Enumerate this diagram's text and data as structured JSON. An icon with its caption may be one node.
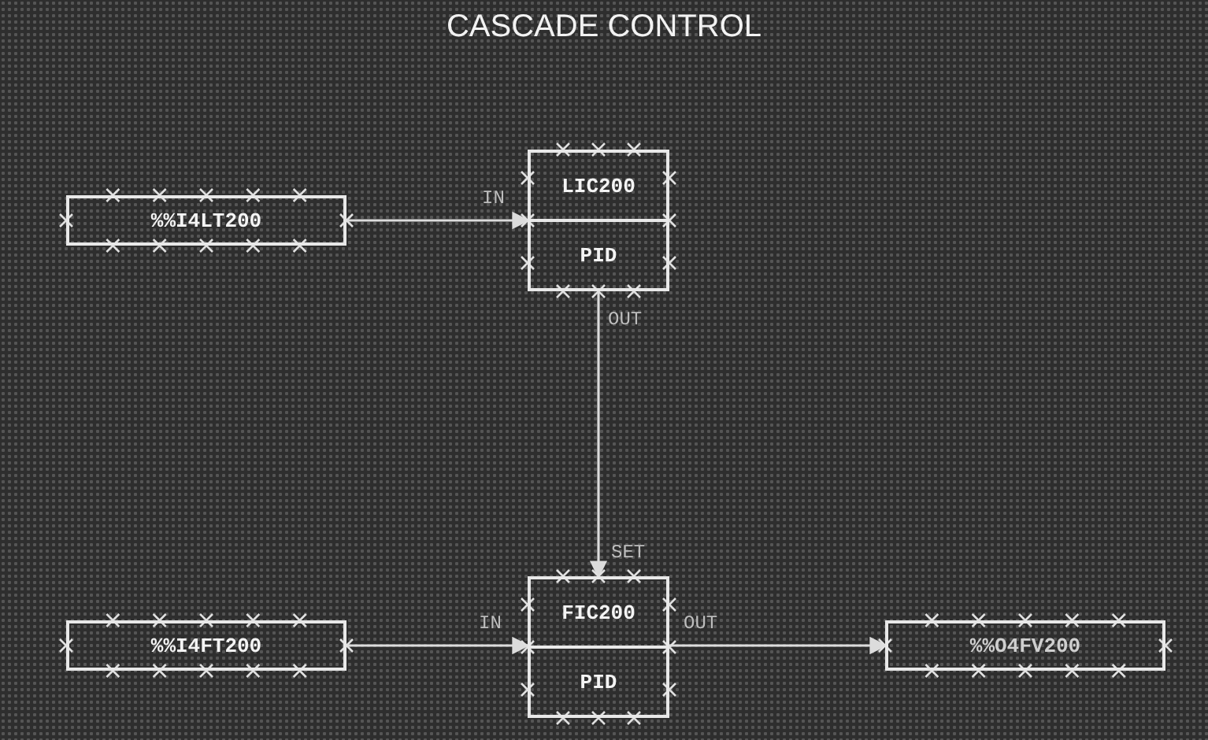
{
  "diagram": {
    "title": "CASCADE CONTROL",
    "nodes": [
      {
        "text": [
          "%%I4LT200"
        ]
      },
      {
        "text": [
          "LIC200",
          "PID"
        ]
      },
      {
        "text": [
          "%%I4FT200"
        ]
      },
      {
        "text": [
          "FIC200",
          "PID"
        ]
      },
      {
        "text": [
          "%%O4FV200"
        ]
      }
    ],
    "edges": [
      {
        "from": 0,
        "to": 1,
        "arrow": "to"
      },
      {
        "from": 1,
        "to": 3,
        "arrow": "to"
      },
      {
        "from": 2,
        "to": 3,
        "arrow": "to"
      },
      {
        "from": 3,
        "to": 4,
        "arrow": "to"
      }
    ],
    "labels": [
      "IN",
      "OUT",
      "SET",
      "IN",
      "OUT"
    ]
  }
}
